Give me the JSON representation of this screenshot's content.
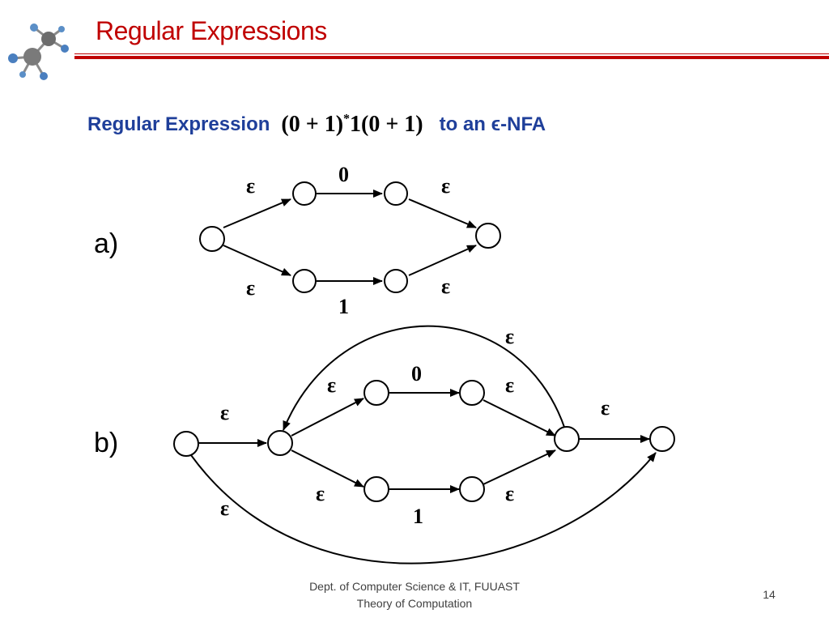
{
  "slide": {
    "title": "Regular Expressions",
    "subtitle_prefix": "Regular Expression",
    "expression_main": "(0 + 1)",
    "expression_star": "*",
    "expression_rest": "1(0 + 1)",
    "subtitle_suffix": "to an ϵ-NFA",
    "title_color": "#c00000",
    "subtitle_color": "#1f3f9a"
  },
  "diagram_a": {
    "label": "a)",
    "edges": [
      {
        "id": "a-e1",
        "label": "ε"
      },
      {
        "id": "a-e2",
        "label": "0"
      },
      {
        "id": "a-e3",
        "label": "ε"
      },
      {
        "id": "a-e4",
        "label": "ε"
      },
      {
        "id": "a-e5",
        "label": "1"
      },
      {
        "id": "a-e6",
        "label": "ε"
      }
    ]
  },
  "diagram_b": {
    "label": "b)",
    "edges": [
      {
        "id": "b-e1",
        "label": "ε"
      },
      {
        "id": "b-e2",
        "label": "ε"
      },
      {
        "id": "b-e3",
        "label": "0"
      },
      {
        "id": "b-e4",
        "label": "ε"
      },
      {
        "id": "b-e5",
        "label": "ε"
      },
      {
        "id": "b-e6",
        "label": "1"
      },
      {
        "id": "b-e7",
        "label": "ε"
      },
      {
        "id": "b-e8",
        "label": "ε"
      },
      {
        "id": "b-e9",
        "label": "ε"
      },
      {
        "id": "b-e10",
        "label": "ε"
      }
    ]
  },
  "footer": {
    "line1": "Dept. of Computer Science & IT, FUUAST",
    "line2": "Theory of Computation",
    "page": "14"
  }
}
